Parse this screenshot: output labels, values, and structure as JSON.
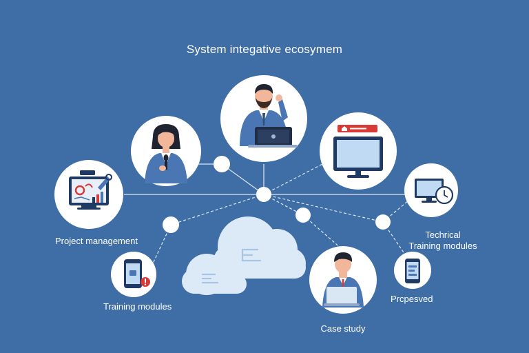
{
  "title": "System integative ecosymem",
  "colors": {
    "background": "#3f6ea6",
    "line": "#dfe8f3",
    "node_fill": "#ffffff",
    "cloud": "#dce9f6",
    "accent_red": "#d63b37",
    "screen": "#bfdaf2",
    "suit": "#4a76b3"
  },
  "labels": {
    "project_management": "Project management",
    "training_modules": "Training modules",
    "technical_line1": "Techrical",
    "technical_line2": "Training modules",
    "case_study": "Case study",
    "proposed": "Prcpesved"
  },
  "nodes": [
    {
      "id": "hub",
      "icon": "hub-dot"
    },
    {
      "id": "presenter-man",
      "icon": "man-with-laptop-icon"
    },
    {
      "id": "woman",
      "icon": "woman-with-microphone-icon"
    },
    {
      "id": "monitor",
      "icon": "monitor-with-alert-icon"
    },
    {
      "id": "project-management",
      "icon": "dashboard-tools-icon"
    },
    {
      "id": "technical",
      "icon": "monitor-clock-icon"
    },
    {
      "id": "training-modules",
      "icon": "phone-alert-icon"
    },
    {
      "id": "case-study",
      "icon": "man-at-laptop-icon"
    },
    {
      "id": "proposed",
      "icon": "phone-icon"
    },
    {
      "id": "cloud",
      "icon": "cloud-document-icon"
    }
  ]
}
